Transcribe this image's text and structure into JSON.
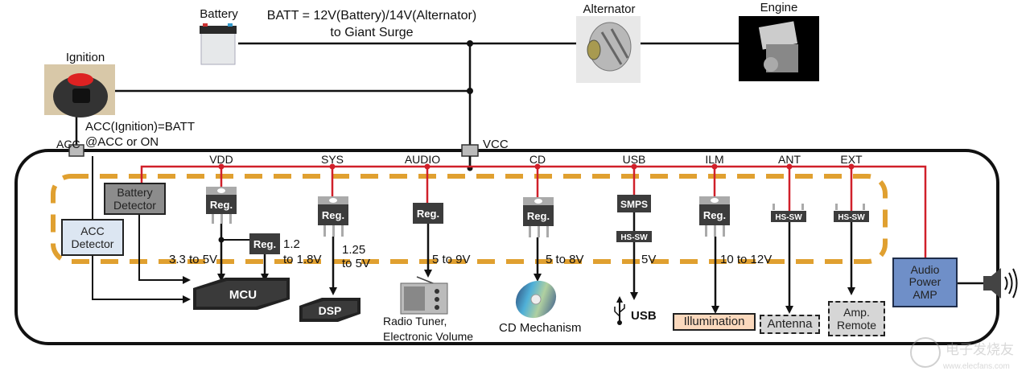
{
  "title": "Car audio head unit power supply block diagram",
  "external": {
    "battery": "Battery",
    "batt_note_line1": "BATT = 12V(Battery)/14V(Alternator)",
    "batt_note_line2": "to Giant Surge",
    "alternator": "Alternator",
    "engine": "Engine",
    "ignition": "Ignition",
    "acc_note_line1": "ACC(Ignition)=BATT",
    "acc_note_line2": "@ACC or ON",
    "acc_label": "ACC",
    "vcc_label": "VCC"
  },
  "rails": [
    "VDD",
    "SYS",
    "AUDIO",
    "CD",
    "USB",
    "ILM",
    "ANT",
    "EXT"
  ],
  "blocks": {
    "battery_detector": [
      "Battery",
      "Detector"
    ],
    "acc_detector": [
      "ACC",
      "Detector"
    ],
    "audio_power_amp": [
      "Audio",
      "Power",
      "AMP"
    ]
  },
  "chips": {
    "reg": "Reg.",
    "smps": "SMPS",
    "hs_sw": "HS-SW",
    "mcu": "MCU",
    "dsp": "DSP"
  },
  "voltages": {
    "vdd": "3.3 to 5V",
    "vdd_sub_1": "1.2",
    "vdd_sub_2": "to 1.8V",
    "sys_1": "1.25",
    "sys_2": "to 5V",
    "audio": "5 to 9V",
    "cd": "5 to 8V",
    "usb": "5V",
    "ilm": "10 to 12V"
  },
  "loads": {
    "radio_1": "Radio Tuner,",
    "radio_2": "Electronic Volume",
    "cd": "CD Mechanism",
    "usb": "USB",
    "illumination": "Illumination",
    "antenna": "Antenna",
    "amp_remote_1": "Amp.",
    "amp_remote_2": "Remote"
  },
  "watermark": {
    "cn": "电子发烧友",
    "url": "www.elecfans.com"
  },
  "colors": {
    "rail_red": "#d0202a",
    "dashed_orange": "#e0a030",
    "battery_detector_fill": "#8c8c8c",
    "acc_detector_fill": "#dce6f2",
    "amp_fill": "#6f8fc8",
    "illumination_fill": "#fbd9bd",
    "dashed_box_fill": "#d6d6d6"
  }
}
